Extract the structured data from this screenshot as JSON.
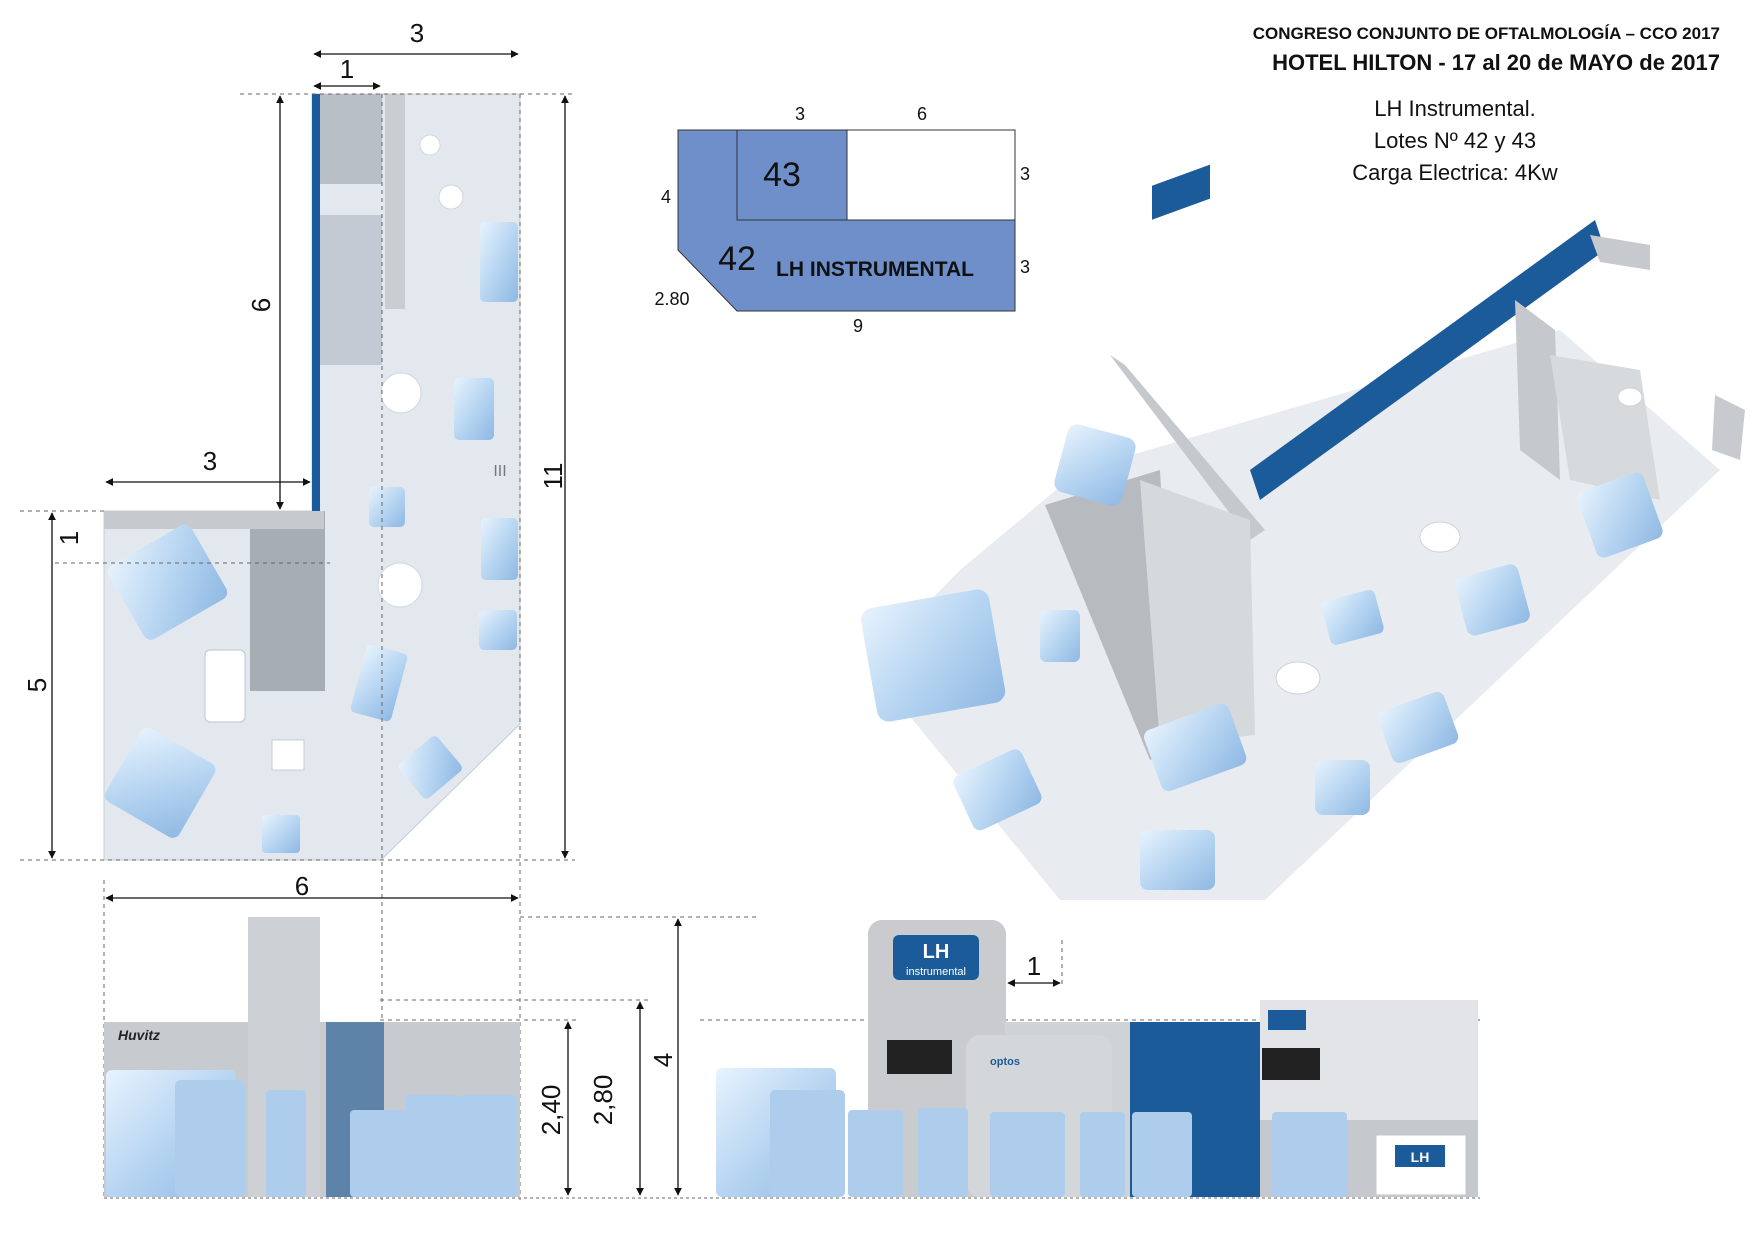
{
  "header": {
    "event": "CONGRESO CONJUNTO DE OFTALMOLOGÍA – CCO 2017",
    "venue": "HOTEL HILTON - 17 al 20 de MAYO de 2017"
  },
  "client": {
    "name": "LH Instrumental.",
    "lots": "Lotes Nº 42 y 43",
    "load": "Carga Electrica: 4Kw"
  },
  "lot_plan": {
    "lot_a": "43",
    "lot_b": "42",
    "company": "LH INSTRUMENTAL",
    "dims": {
      "top_a": "3",
      "top_b": "6",
      "right_top": "3",
      "right_bottom": "3",
      "left": "4",
      "bottom": "9",
      "chamfer": "2.80"
    }
  },
  "floor_plan": {
    "dims": {
      "top_width": "3",
      "top_inner": "1",
      "left_upper": "6",
      "total_height": "11",
      "mid_width": "3",
      "mid_inner": "1",
      "left_lower": "5",
      "bottom_width": "6"
    },
    "marker": "III"
  },
  "elevation": {
    "dims": {
      "h240": "2,40",
      "h280": "2,80",
      "h4": "4",
      "sign_offset": "1"
    },
    "brands": {
      "huvitz": "Huvitz",
      "logo_top_a": "LH",
      "logo_top_b": "instrumental",
      "optos": "optos",
      "logo_right": "LH"
    }
  },
  "colors": {
    "blue_wall": "#1c5b99",
    "lot_fill": "#6f8fcb",
    "furniture": "#b8d6f2",
    "floor": "#e4e8ee",
    "panel_grey": "#c9cbce"
  }
}
